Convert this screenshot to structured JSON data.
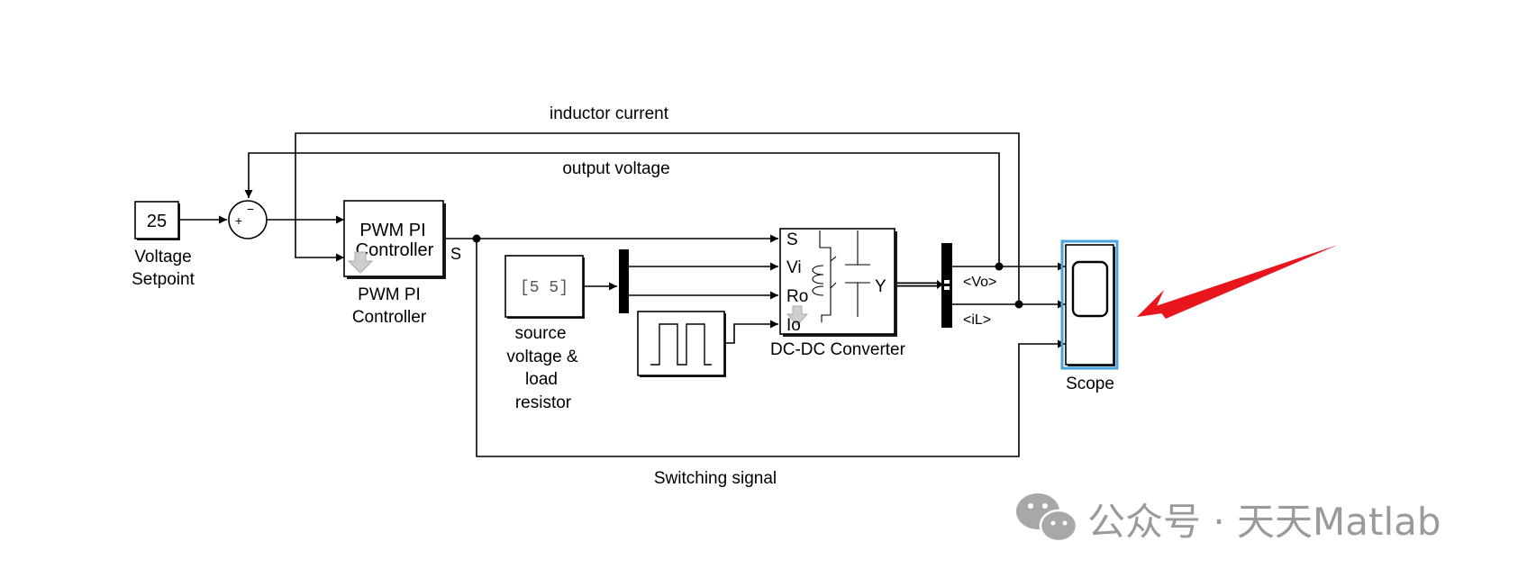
{
  "diagram": {
    "blocks": {
      "setpoint_value": "25",
      "setpoint_label_1": "Voltage",
      "setpoint_label_2": "Setpoint",
      "sum_minus": "−",
      "sum_plus": "+",
      "pi_inner_1": "PWM PI",
      "pi_inner_2": "Controller",
      "pi_label_1": "PWM PI",
      "pi_label_2": "Controller",
      "pi_port_out": "S",
      "const_value": "[5 5]",
      "const_label_1": "source",
      "const_label_2": "voltage &",
      "const_label_3": "load",
      "const_label_4": "resistor",
      "conv_port_1": "S",
      "conv_port_2": "Vi",
      "conv_port_3": "Ro",
      "conv_port_4": "Io",
      "conv_port_out": "Y",
      "conv_label": "DC-DC Converter",
      "bus_sig_1": "<Vo>",
      "bus_sig_2": "<iL>",
      "scope_label": "Scope"
    },
    "signals": {
      "inductor_current": "inductor current",
      "output_voltage": "output voltage",
      "switching_signal": "Switching signal"
    },
    "colors": {
      "selection": "#4aa3df",
      "arrow": "#e8161c",
      "watermark": "#9a9a9a"
    }
  },
  "watermark": {
    "icon": "wechat-icon",
    "text": "公众号 · 天天Matlab"
  }
}
